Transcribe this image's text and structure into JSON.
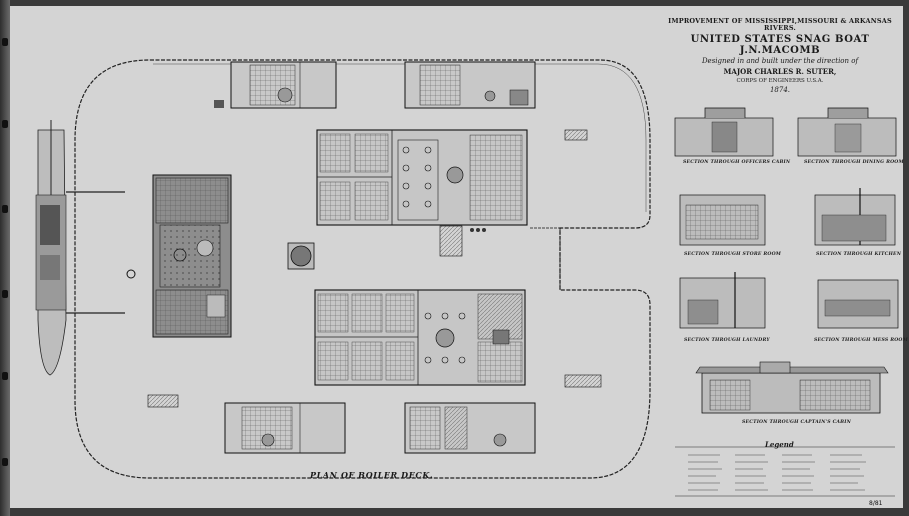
{
  "title_block": {
    "line1": "IMPROVEMENT OF MISSISSIPPI,MISSOURI & ARKANSAS RIVERS.",
    "line2": "UNITED STATES SNAG BOAT J.N.MACOMB",
    "line3": "Designed in and built under the direction of",
    "line4": "MAJOR CHARLES R. SUTER,",
    "line5": "CORPS OF ENGINEERS U.S.A.",
    "line6": "1874."
  },
  "sections": {
    "officers_cabin": "SECTION THROUGH OFFICERS CABIN",
    "dining_room": "SECTION THROUGH DINING ROOM",
    "store_room": "SECTION THROUGH STORE ROOM",
    "kitchen": "SECTION THROUGH KITCHEN",
    "laundry": "SECTION THROUGH LAUNDRY",
    "mess_room": "SECTION THROUGH MESS ROOM",
    "captains_cabin": "SECTION THROUGH CAPTAIN'S CABIN"
  },
  "plan_title": "PLAN OF BOILER DECK.",
  "legend": {
    "title": "Legend"
  },
  "sheet_number": "8/81",
  "colors": {
    "paper": "#d4d4d4",
    "ink": "#1f1f1f",
    "hatch": "#6e6e6e"
  }
}
